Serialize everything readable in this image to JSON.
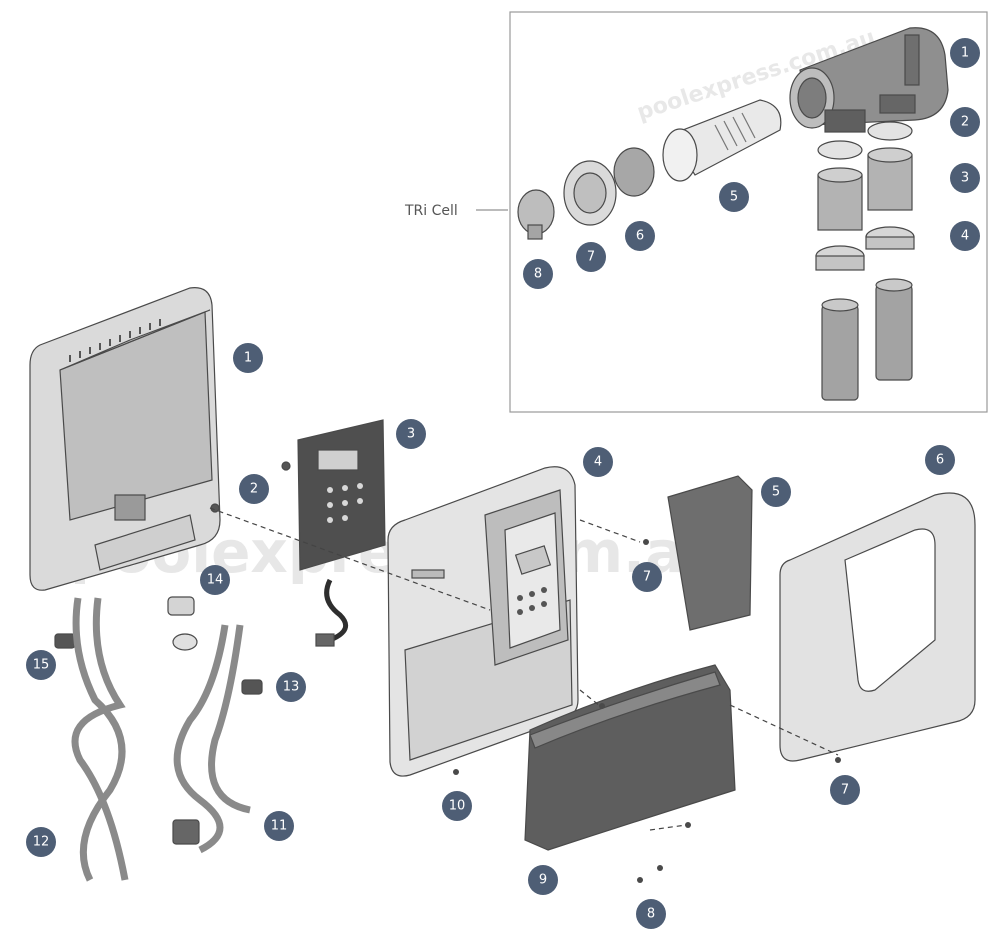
{
  "inset": {
    "callout_label": "TRi Cell",
    "badges": [
      "1",
      "2",
      "3",
      "4",
      "5",
      "6",
      "7",
      "8"
    ]
  },
  "main": {
    "badges": [
      "1",
      "2",
      "3",
      "4",
      "5",
      "6",
      "7",
      "7",
      "8",
      "9",
      "10",
      "11",
      "12",
      "13",
      "14",
      "15"
    ]
  },
  "watermark": "poolexpress.com.au",
  "colors": {
    "badge": "#4e5e75",
    "part_light": "#d6d6d6",
    "part_mid": "#a9a9a9",
    "part_dark": "#6b6b6b",
    "outline": "#4a4a4a"
  }
}
